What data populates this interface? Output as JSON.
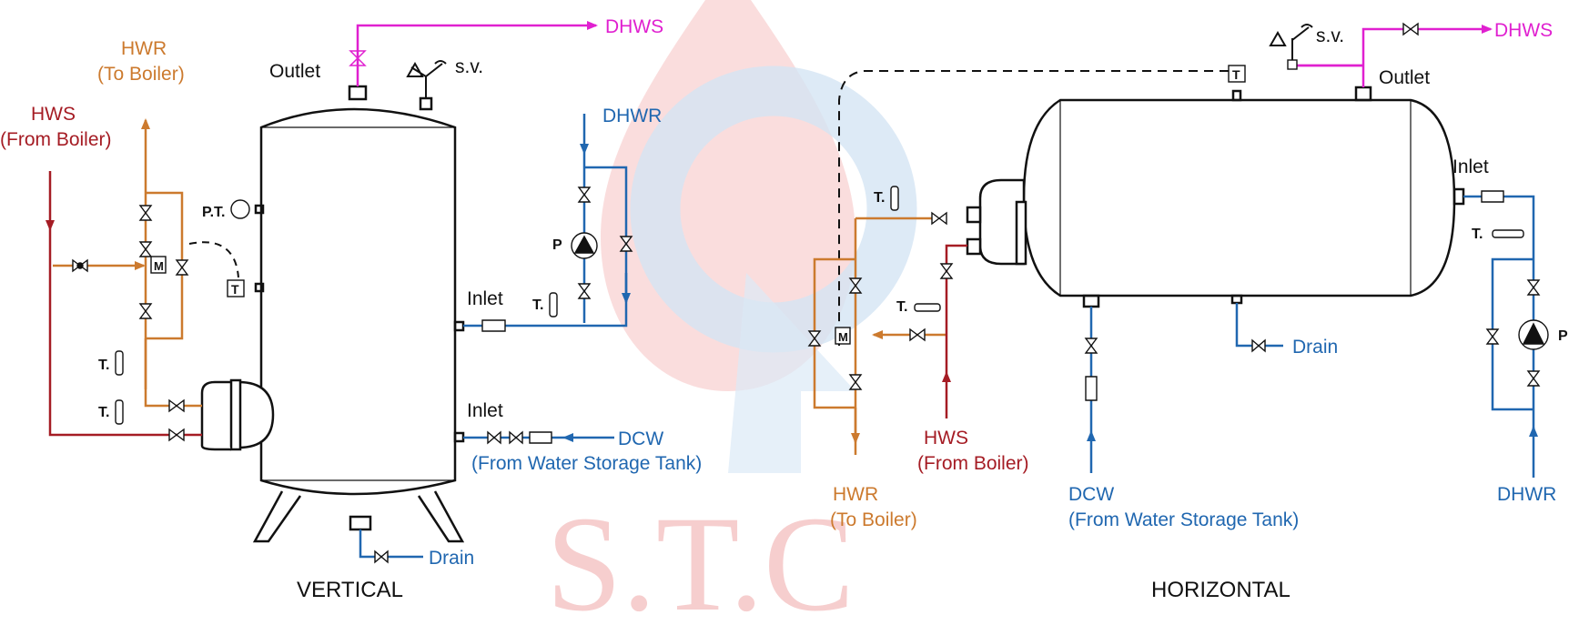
{
  "colors": {
    "hws": "#a51c24",
    "hwr": "#cc7a2e",
    "dhws": "#e020d0",
    "dhwr": "#2067b0",
    "dcw": "#2067b0",
    "drain": "#2067b0",
    "equipment": "#111111",
    "watermark_red": "#f2b6b6",
    "watermark_blue": "#bcd6ee"
  },
  "watermark": {
    "text": "S.T.C"
  },
  "vertical": {
    "title": "VERTICAL",
    "outlet": "Outlet",
    "sv": "s.v.",
    "dhws": "DHWS",
    "hwr_line1": "HWR",
    "hwr_line2": "(To Boiler)",
    "hws_line1": "HWS",
    "hws_line2": "(From Boiler)",
    "pt": "P.T.",
    "t_sensor": "T",
    "motor": "M",
    "dhwr": "DHWR",
    "pump": "P",
    "inlet1": "Inlet",
    "inlet2": "Inlet",
    "t_gauge_inlet": "T.",
    "t_gauge_1": "T.",
    "t_gauge_2": "T.",
    "dcw_line1": "DCW",
    "dcw_line2": "(From Water Storage Tank)",
    "drain": "Drain"
  },
  "horizontal": {
    "title": "HORIZONTAL",
    "outlet": "Outlet",
    "sv": "s.v.",
    "dhws": "DHWS",
    "inlet": "Inlet",
    "t_sensor": "T",
    "t_gauge_coil": "T.",
    "t_gauge_hws": "T.",
    "t_gauge_inlet": "T.",
    "motor": "M",
    "hws_line1": "HWS",
    "hws_line2": "(From Boiler)",
    "hwr_line1": "HWR",
    "hwr_line2": "(To Boiler)",
    "dcw_line1": "DCW",
    "dcw_line2": "(From Water Storage Tank)",
    "drain": "Drain",
    "pump": "P",
    "dhwr": "DHWR"
  }
}
